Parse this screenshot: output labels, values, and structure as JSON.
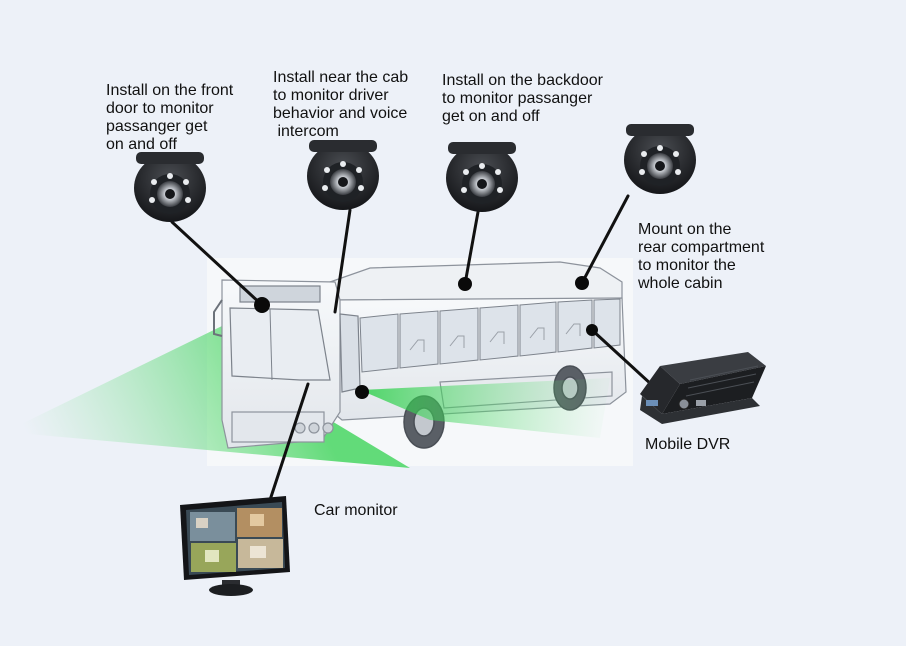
{
  "callouts": {
    "front_door": {
      "lines": [
        "Install on the front",
        "door to monitor",
        "passanger get",
        "on and off"
      ]
    },
    "driver_cab": {
      "lines": [
        "Install near the cab",
        "to monitor driver",
        "behavior and voice",
        " intercom"
      ]
    },
    "back_door": {
      "lines": [
        "Install on the backdoor",
        "to monitor passanger",
        "get on and off"
      ]
    },
    "rear_compartment": {
      "lines": [
        "Mount on the",
        "rear compartment",
        "to monitor the",
        "whole cabin"
      ]
    },
    "dvr": {
      "label": "Mobile DVR"
    },
    "monitor": {
      "label": "Car monitor"
    }
  },
  "colors": {
    "background": "#edf1f8",
    "camera_body": "#1b1d20",
    "coverage_green": "#3fd35a",
    "leader_line": "#111111",
    "bus_outline": "#8d939c"
  },
  "icons": {
    "dome_camera": "dome-camera-icon",
    "dvr": "dvr-icon",
    "monitor": "monitor-icon",
    "bus": "bus-illustration"
  }
}
